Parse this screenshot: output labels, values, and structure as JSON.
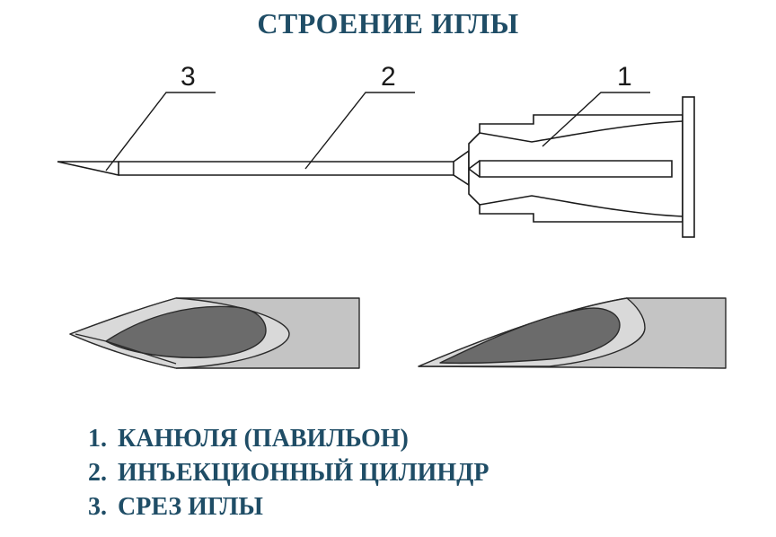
{
  "title": "СТРОЕНИЕ ИГЛЫ",
  "diagram_labels": [
    "3",
    "2",
    "1"
  ],
  "legend": [
    {
      "number": "1.",
      "text": "КАНЮЛЯ (ПАВИЛЬОН)"
    },
    {
      "number": "2.",
      "text": "ИНЪЕКЦИОННЫЙ ЦИЛИНДР"
    },
    {
      "number": "3.",
      "text": "СРЕЗ ИГЛЫ"
    }
  ],
  "colors": {
    "title_text": "#1f4d66",
    "line": "#1a1a1a",
    "needle_light": "#d6d6d6",
    "needle_mid": "#a8a8a8",
    "needle_dark": "#6b6b6b"
  }
}
